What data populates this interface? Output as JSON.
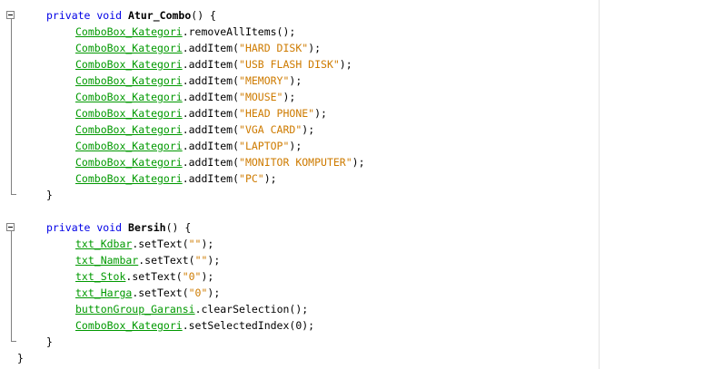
{
  "code": {
    "method1": {
      "signature": {
        "kw": "private void",
        "name": "Atur_Combo",
        "rest": "() {"
      },
      "clear": {
        "obj": "ComboBox_Kategori",
        "call": ".removeAllItems();"
      },
      "items": [
        {
          "obj": "ComboBox_Kategori",
          "pre": ".addItem(",
          "str": "\"HARD DISK\"",
          "post": ");"
        },
        {
          "obj": "ComboBox_Kategori",
          "pre": ".addItem(",
          "str": "\"USB FLASH DISK\"",
          "post": ");"
        },
        {
          "obj": "ComboBox_Kategori",
          "pre": ".addItem(",
          "str": "\"MEMORY\"",
          "post": ");"
        },
        {
          "obj": "ComboBox_Kategori",
          "pre": ".addItem(",
          "str": "\"MOUSE\"",
          "post": ");"
        },
        {
          "obj": "ComboBox_Kategori",
          "pre": ".addItem(",
          "str": "\"HEAD PHONE\"",
          "post": ");"
        },
        {
          "obj": "ComboBox_Kategori",
          "pre": ".addItem(",
          "str": "\"VGA CARD\"",
          "post": ");"
        },
        {
          "obj": "ComboBox_Kategori",
          "pre": ".addItem(",
          "str": "\"LAPTOP\"",
          "post": ");"
        },
        {
          "obj": "ComboBox_Kategori",
          "pre": ".addItem(",
          "str": "\"MONITOR KOMPUTER\"",
          "post": ");"
        },
        {
          "obj": "ComboBox_Kategori",
          "pre": ".addItem(",
          "str": "\"PC\"",
          "post": ");"
        }
      ],
      "close": "}"
    },
    "method2": {
      "signature": {
        "kw": "private void",
        "name": "Bersih",
        "rest": "() {"
      },
      "lines": [
        {
          "obj": "txt_Kdbar",
          "pre": ".setText(",
          "str": "\"\"",
          "post": ");"
        },
        {
          "obj": "txt_Nambar",
          "pre": ".setText(",
          "str": "\"\"",
          "post": ");"
        },
        {
          "obj": "txt_Stok",
          "pre": ".setText(",
          "str": "\"0\"",
          "post": ");"
        },
        {
          "obj": "txt_Harga",
          "pre": ".setText(",
          "str": "\"0\"",
          "post": ");"
        },
        {
          "obj": "buttonGroup_Garansi",
          "pre": ".clearSelection();",
          "str": "",
          "post": ""
        },
        {
          "obj": "ComboBox_Kategori",
          "pre": ".setSelectedIndex(0);",
          "str": "",
          "post": ""
        }
      ],
      "close": "}"
    },
    "class_close": "}"
  },
  "colors": {
    "keyword": "#0000e6",
    "field": "#009900",
    "string": "#ce7b00",
    "fold_guide": "#808080",
    "right_margin": "#e3e3e3"
  }
}
